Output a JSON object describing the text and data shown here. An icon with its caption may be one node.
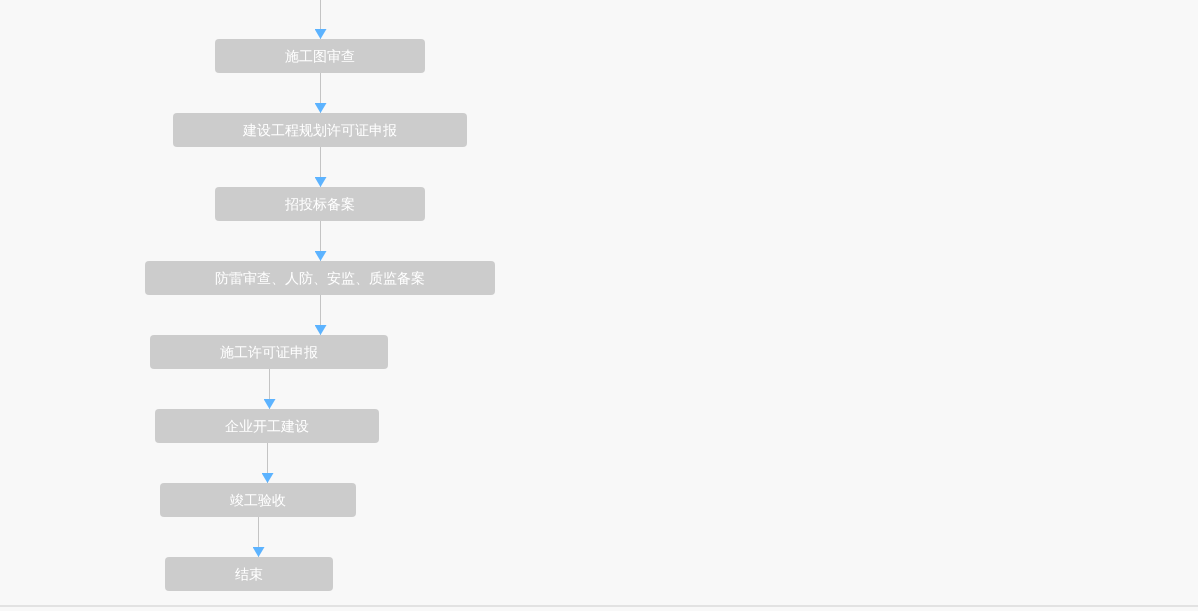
{
  "diagram": {
    "nodes": [
      {
        "text": [
          "施工图审查"
        ]
      },
      {
        "text": [
          "建设工程规划许可证申报"
        ]
      },
      {
        "text": [
          "招投标备案"
        ]
      },
      {
        "text": [
          "防雷审查、人防、安监、质监备案"
        ]
      },
      {
        "text": [
          "施工许可证申报"
        ]
      },
      {
        "text": [
          "企业开工建设"
        ]
      },
      {
        "text": [
          "竣工验收"
        ]
      },
      {
        "text": [
          "结束"
        ]
      }
    ],
    "edges": [
      {
        "from": null,
        "to": 0,
        "arrow": "to"
      },
      {
        "from": 0,
        "to": 1,
        "arrow": "to"
      },
      {
        "from": 1,
        "to": 2,
        "arrow": "to"
      },
      {
        "from": 2,
        "to": 3,
        "arrow": "to"
      },
      {
        "from": 3,
        "to": 4,
        "arrow": "to"
      },
      {
        "from": 4,
        "to": 5,
        "arrow": "to"
      },
      {
        "from": 5,
        "to": 6,
        "arrow": "to"
      },
      {
        "from": 6,
        "to": 7,
        "arrow": "to"
      }
    ]
  }
}
